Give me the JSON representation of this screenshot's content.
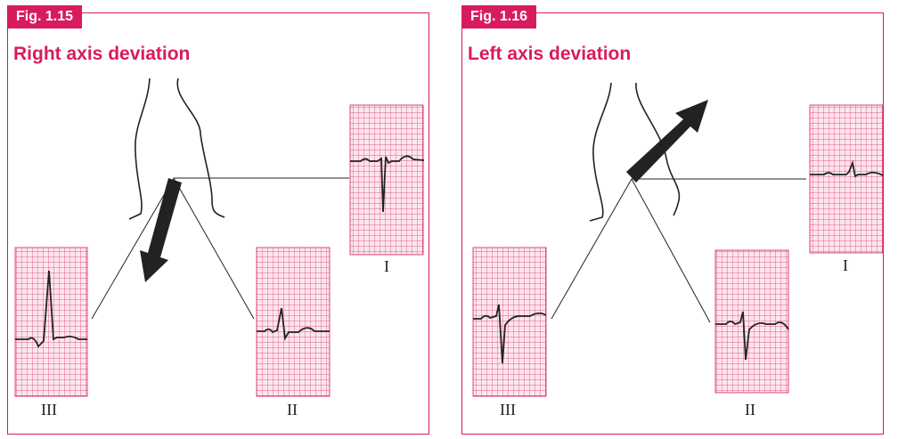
{
  "figures": [
    {
      "tag": "Fig. 1.15",
      "title": "Right axis deviation",
      "leads": {
        "I": "I",
        "II": "II",
        "III": "III"
      }
    },
    {
      "tag": "Fig. 1.16",
      "title": "Left axis deviation",
      "leads": {
        "I": "I",
        "II": "II",
        "III": "III"
      }
    }
  ],
  "colors": {
    "accent": "#d81b5e",
    "grid": "#e0306a",
    "line": "#222222"
  }
}
